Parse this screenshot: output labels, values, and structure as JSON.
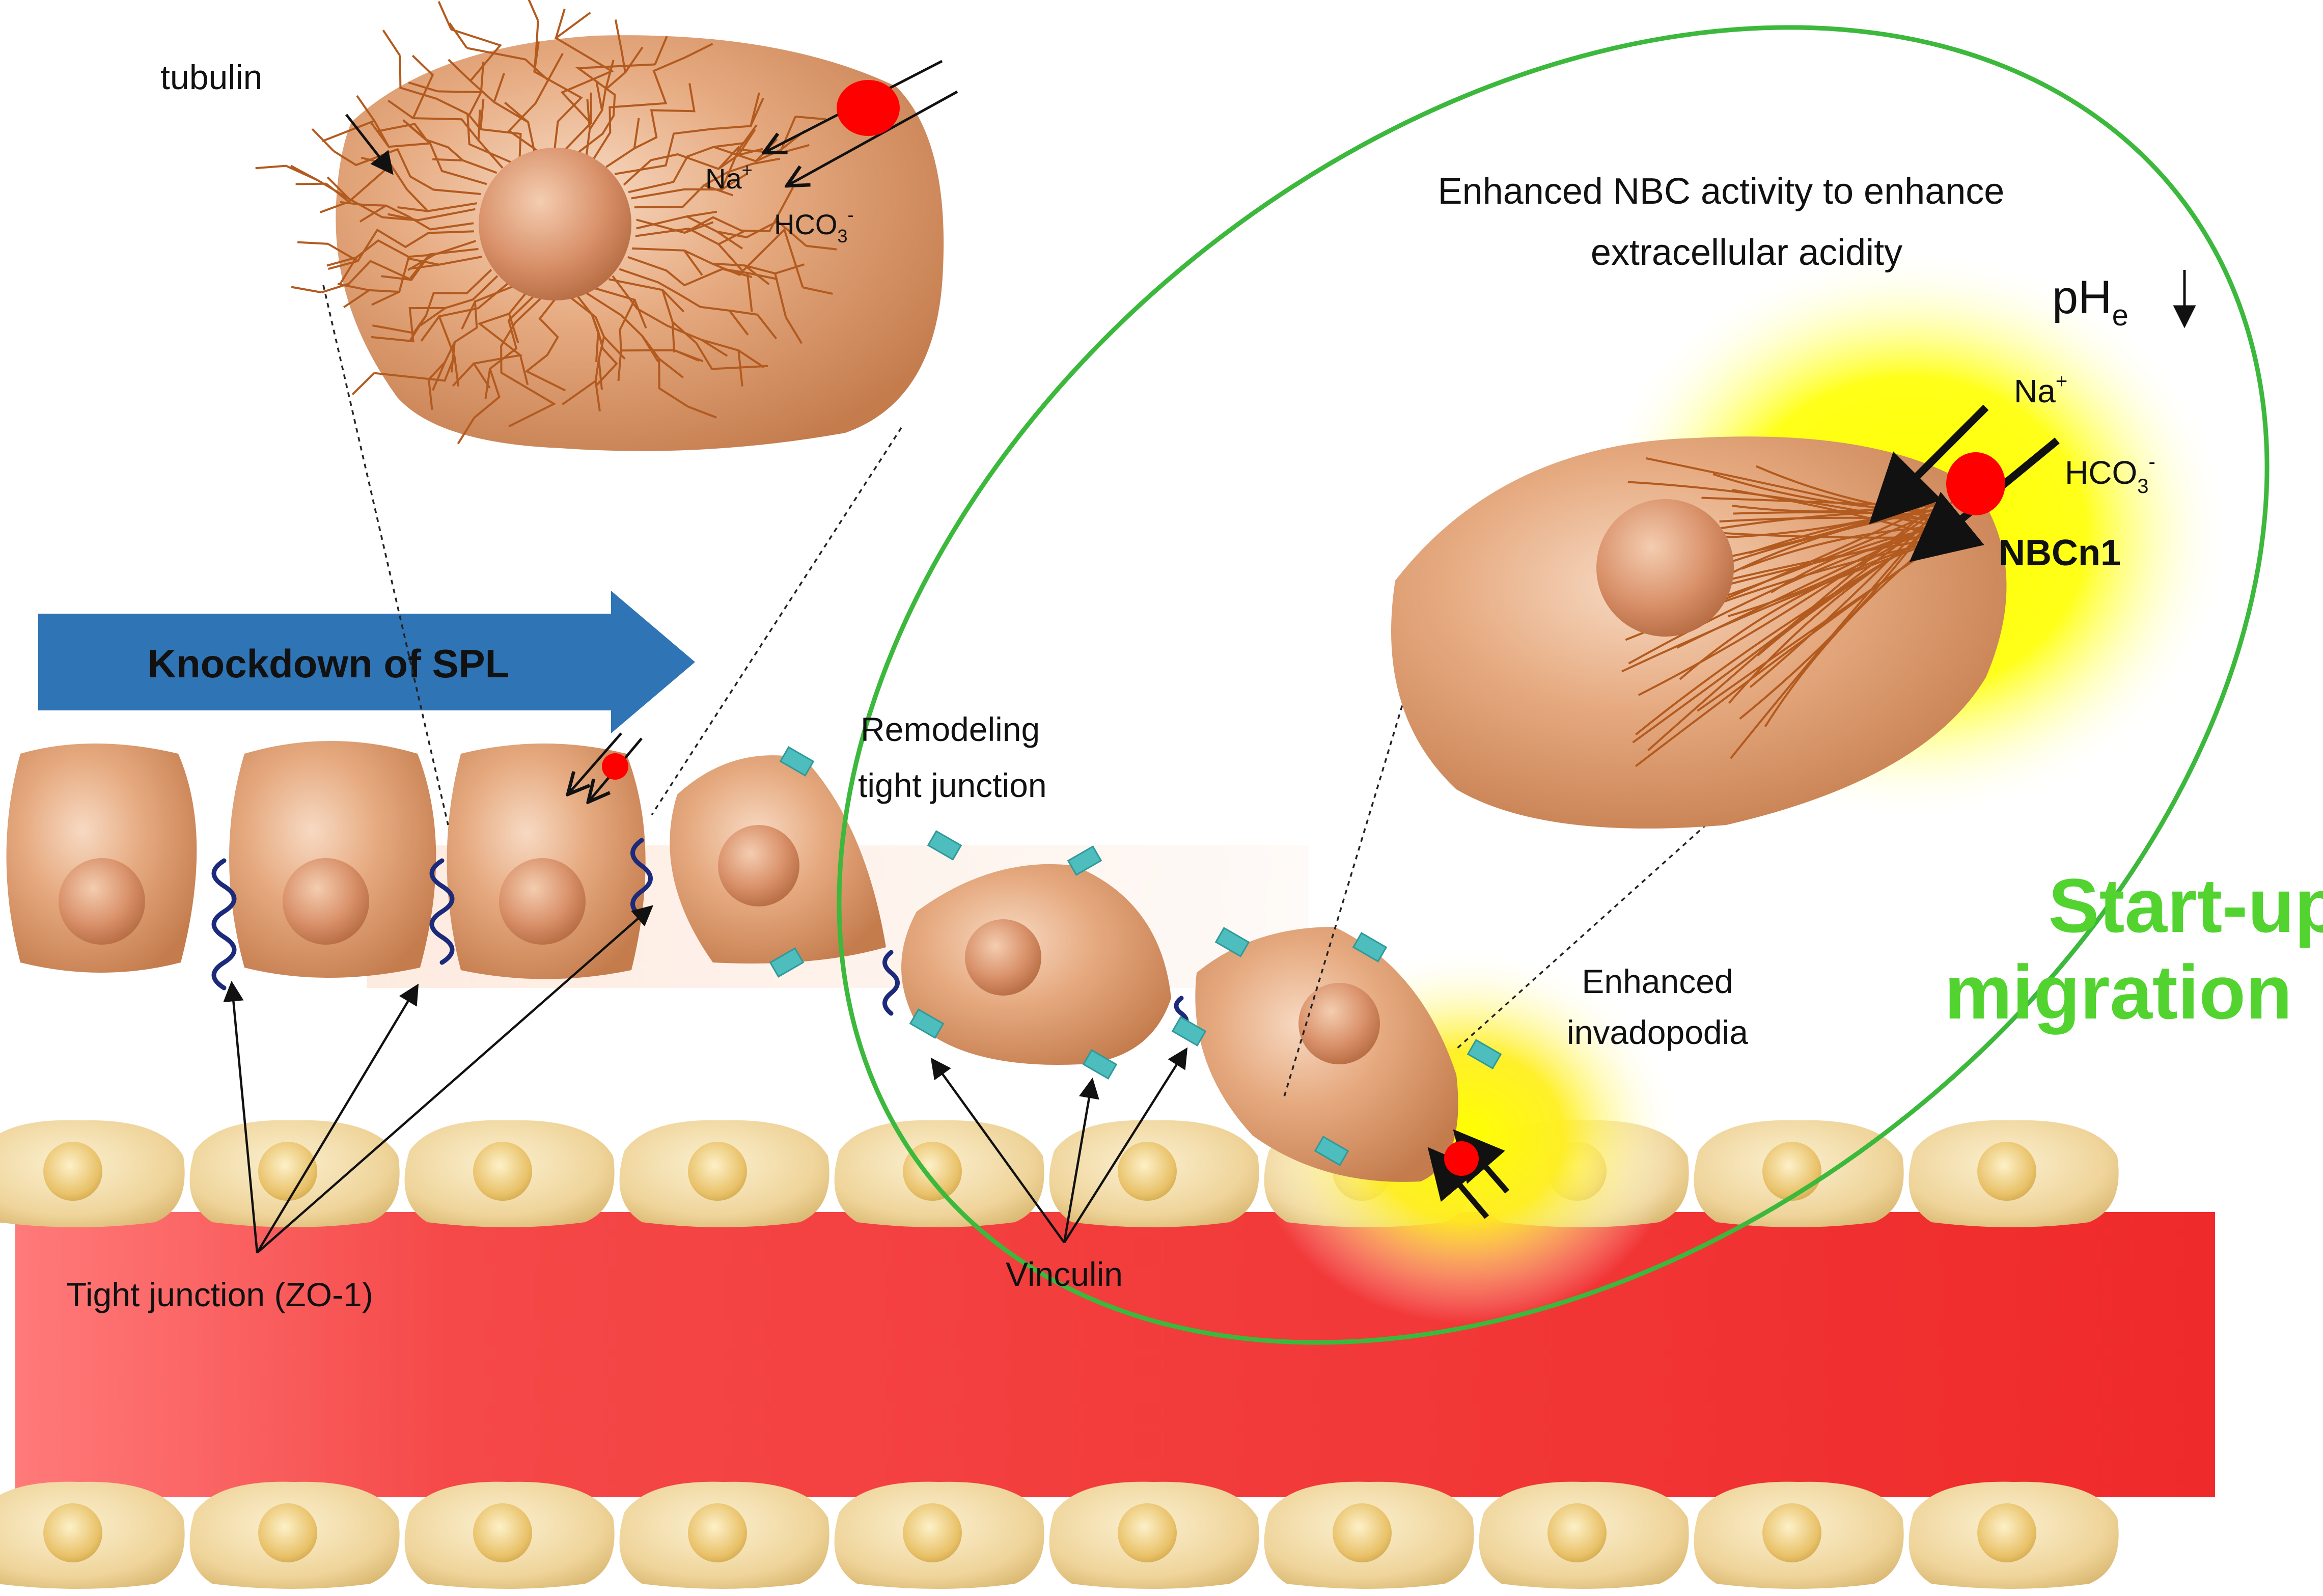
{
  "labels": {
    "tubulin": "tubulin",
    "na_small": "Na",
    "na_small_sup": "+",
    "hco3_small": "HCO",
    "hco3_small_sub": "3",
    "hco3_small_sup": "-",
    "knockdown": "Knockdown of SPL",
    "remodeling_line1": "Remodeling",
    "remodeling_line2": "tight junction",
    "enhanced_nbc_line1": "Enhanced NBC activity to enhance",
    "enhanced_nbc_line2": "extracellular acidity",
    "ph": "pH",
    "ph_sub": "e",
    "na_large": "Na",
    "na_large_sup": "+",
    "hco3_large": "HCO",
    "hco3_large_sub": "3",
    "hco3_large_sup": "-",
    "nbcn1": "NBCn1",
    "startup_line1": "Start-up",
    "startup_line2": "migration",
    "invadopodia_line1": "Enhanced",
    "invadopodia_line2": "invadopodia",
    "tight_junction": "Tight junction (ZO-1)",
    "vinculin": "Vinculin"
  },
  "colors": {
    "cell": "#d9956a",
    "vessel": "#f0333b",
    "endothelium": "#f0d9a0",
    "arrow_banner": "#2f74b5",
    "ellipse": "#3cb83c",
    "startup_text": "#52d330",
    "glow": "#ffff00",
    "transporter": "#ff0000",
    "tubulin": "#b35a1f",
    "zo1": "#1b2a7a",
    "vinculin": "#4dbdbd"
  }
}
